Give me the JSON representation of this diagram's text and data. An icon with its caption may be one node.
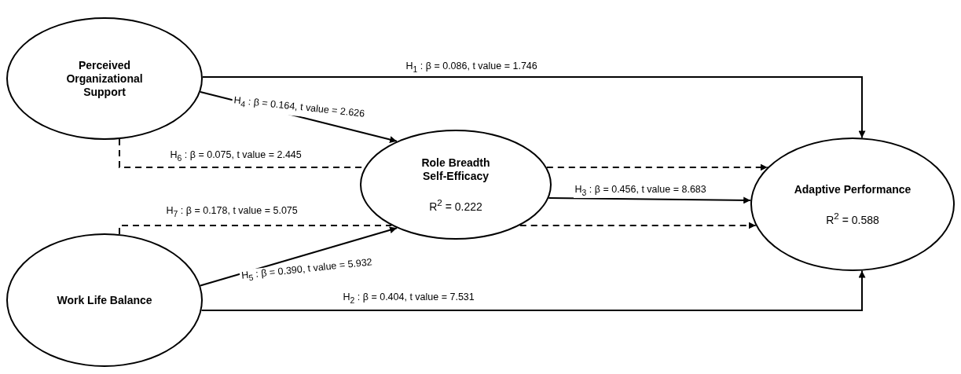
{
  "diagram": {
    "nodes": [
      {
        "text": [
          "Perceived Organizational Support"
        ]
      },
      {
        "text": [
          "Role Breadth Self-Efficacy",
          "R$^{2}$ = 0.222"
        ]
      },
      {
        "text": [
          "Adaptive Performance",
          "R$^{2}$ = 0.588"
        ]
      },
      {
        "text": [
          "Work Life Balance"
        ]
      }
    ],
    "edges": [
      {
        "from": 0,
        "to": 2,
        "arrow": "to",
        "label": "H$_{1}$ : β = 0.086, t value = 1.746"
      },
      {
        "from": 0,
        "to": 1,
        "arrow": "to",
        "label": "H$_{4}$ : β = 0.164, t value = 2.626"
      },
      {
        "from": 0,
        "to": 1,
        "arrow": "none",
        "style": "dashed",
        "label": "H$_{6}$ : β = 0.075, t value = 2.445"
      },
      {
        "from": 1,
        "to": 2,
        "arrow": "to",
        "style": "dashed"
      },
      {
        "from": 1,
        "to": 2,
        "arrow": "to",
        "label": "H$_{3}$ : β = 0.456, t value = 8.683"
      },
      {
        "from": 3,
        "to": 1,
        "arrow": "none",
        "style": "dashed",
        "label": "H$_{7}$ : β = 0.178, t value = 5.075"
      },
      {
        "from": 1,
        "to": 2,
        "arrow": "to",
        "style": "dashed"
      },
      {
        "from": 3,
        "to": 1,
        "arrow": "to",
        "label": "H$_{5}$ : β = 0.390, t value = 5.932"
      },
      {
        "from": 3,
        "to": 2,
        "arrow": "to",
        "label": "H$_{2}$ : β = 0.404, t value = 7.531"
      }
    ]
  }
}
